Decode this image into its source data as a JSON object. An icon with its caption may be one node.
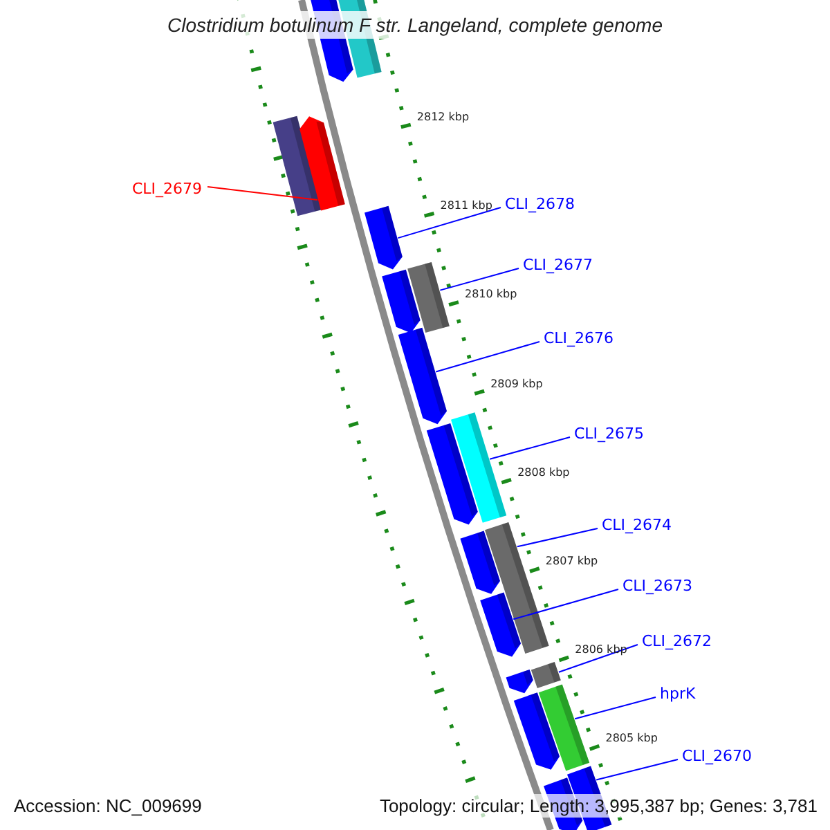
{
  "diagram": {
    "title": "Clostridium botulinum F str. Langeland, complete genome",
    "nodes": [
      {
        "text": [],
        "shape": "bar"
      },
      {
        "text": [],
        "shape": "bar"
      },
      {
        "text": [],
        "shape": "bar"
      },
      {
        "text": [],
        "shape": "bar"
      },
      {
        "text": [],
        "shape": "bar"
      },
      {
        "text": [],
        "shape": "bar"
      },
      {
        "text": [],
        "shape": "bar"
      },
      {
        "text": [],
        "shape": "bar"
      },
      {
        "text": [],
        "shape": "bar"
      },
      {
        "text": [],
        "shape": "bar"
      },
      {
        "text": [],
        "shape": "bar"
      },
      {
        "text": [],
        "shape": "bar"
      },
      {
        "text": [],
        "shape": "bar"
      },
      {
        "text": [],
        "shape": "bar"
      },
      {
        "text": [],
        "shape": "bar"
      },
      {
        "text": [],
        "shape": "bar"
      },
      {
        "text": [],
        "shape": "bar"
      },
      {
        "text": [],
        "shape": "bar"
      },
      {
        "text": [],
        "shape": "bar"
      },
      {
        "text": [
          "CLI_2679"
        ]
      },
      {
        "text": [
          "CLI_2678"
        ]
      },
      {
        "text": [
          "CLI_2677"
        ]
      },
      {
        "text": [
          "CLI_2676"
        ]
      },
      {
        "text": [
          "CLI_2675"
        ]
      },
      {
        "text": [
          "CLI_2674"
        ]
      },
      {
        "text": [
          "CLI_2673"
        ]
      },
      {
        "text": [
          "CLI_2672"
        ]
      },
      {
        "text": [
          "hprK"
        ]
      },
      {
        "text": [
          "CLI_2670"
        ]
      }
    ],
    "edges": [
      {
        "from": 19,
        "to": 3,
        "arrow": "none",
        "color": "#ff0000"
      },
      {
        "from": 20,
        "to": 4,
        "arrow": "none"
      },
      {
        "from": 21,
        "to": 5,
        "arrow": "none"
      },
      {
        "from": 22,
        "to": 7,
        "arrow": "none"
      },
      {
        "from": 23,
        "to": 8,
        "arrow": "none"
      },
      {
        "from": 24,
        "to": 10,
        "arrow": "none"
      },
      {
        "from": 25,
        "to": 12,
        "arrow": "none"
      },
      {
        "from": 26,
        "to": 14,
        "arrow": "none"
      },
      {
        "from": 27,
        "to": 15,
        "arrow": "none"
      },
      {
        "from": 28,
        "to": 17,
        "arrow": "none"
      }
    ],
    "labels": [
      "2812 kbp",
      "2811 kbp",
      "2810 kbp",
      "2809 kbp",
      "2808 kbp",
      "2807 kbp",
      "2806 kbp",
      "2805 kbp",
      "Accession: NC_009699",
      "Topology: circular; Length: 3,995,387 bp; Genes: 3,781"
    ]
  }
}
